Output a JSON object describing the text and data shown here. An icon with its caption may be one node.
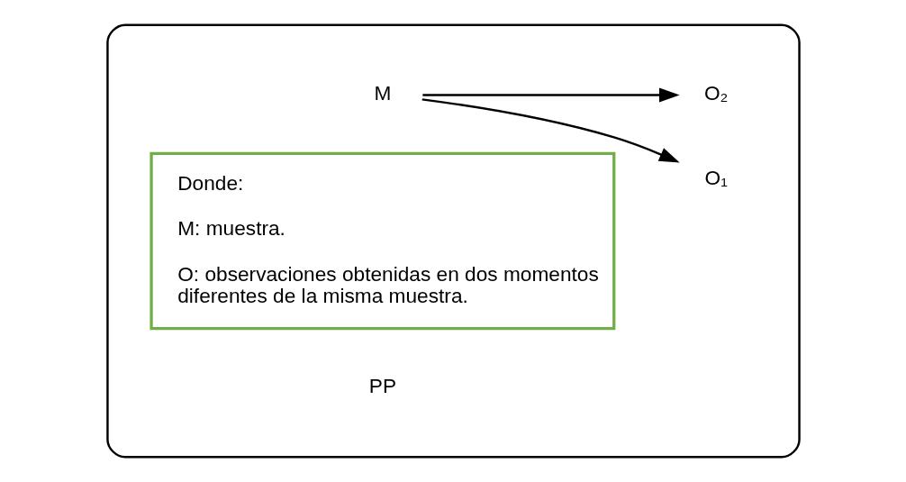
{
  "diagram": {
    "nodes": [
      {
        "text": [],
        "shape": "box"
      },
      {
        "text": [
          "M"
        ],
        "in": 0
      },
      {
        "text": [
          "O₁"
        ],
        "in": 0
      },
      {
        "text": [
          "O₂"
        ],
        "in": 0
      },
      {
        "text": [
          "Donde:",
          "M: muestra.",
          "O: observaciones obtenidas en dos momentos diferentes de la misma muestra."
        ],
        "in": 0
      }
    ],
    "edges": [
      {
        "from": 1,
        "to": 2,
        "arrow": "to"
      },
      {
        "from": 1,
        "to": 3,
        "arrow": "to"
      }
    ],
    "labels": [
      "PP"
    ]
  }
}
